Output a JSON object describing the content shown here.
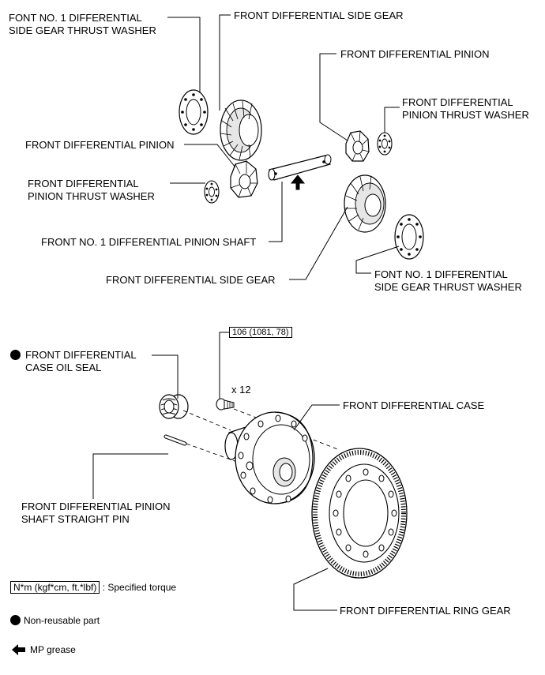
{
  "labels": {
    "font_no1_thrust_washer_top": [
      "FONT NO. 1 DIFFERENTIAL",
      "SIDE GEAR THRUST WASHER"
    ],
    "side_gear_top": "FRONT DIFFERENTIAL SIDE GEAR",
    "pinion_right": "FRONT DIFFERENTIAL PINION",
    "pinion_thrust_washer_right": [
      "FRONT DIFFERENTIAL",
      "PINION THRUST WASHER"
    ],
    "pinion_left": "FRONT DIFFERENTIAL PINION",
    "pinion_thrust_washer_left": [
      "FRONT DIFFERENTIAL",
      "PINION THRUST WASHER"
    ],
    "pinion_shaft": "FRONT NO. 1 DIFFERENTIAL PINION SHAFT",
    "side_gear_bottom": "FRONT DIFFERENTIAL SIDE GEAR",
    "font_no1_thrust_washer_bottom": [
      "FONT NO. 1 DIFFERENTIAL",
      "SIDE GEAR THRUST WASHER"
    ],
    "torque_value": "106 (1081, 78)",
    "oil_seal": [
      "FRONT DIFFERENTIAL",
      "CASE OIL SEAL"
    ],
    "bolt_count": "x 12",
    "diff_case": "FRONT DIFFERENTIAL CASE",
    "straight_pin": [
      "FRONT DIFFERENTIAL PINION",
      "SHAFT STRAIGHT PIN"
    ],
    "ring_gear": "FRONT DIFFERENTIAL RING GEAR"
  },
  "legend": {
    "torque_box": "N*m (kgf*cm, ft.*lbf)",
    "torque_text": ": Specified torque",
    "non_reusable": "Non-reusable part",
    "mp_grease": "MP grease"
  },
  "icons": {
    "non_reusable": "filled-circle-icon",
    "grease": "arrow-icon"
  },
  "colors": {
    "line": "#000000",
    "part_fill": "#ffffff",
    "shade": "#d9d9d9"
  }
}
